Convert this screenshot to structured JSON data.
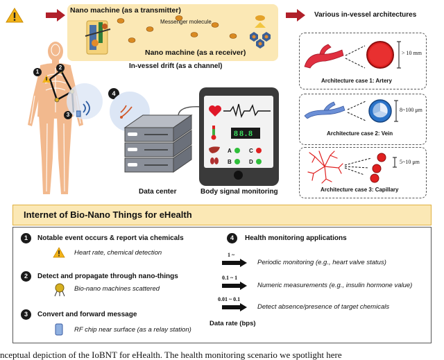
{
  "top": {
    "transmitter": "Nano machine (as a transmitter)",
    "messenger": "Messenger molecule",
    "receiver": "Nano machine (as a receiver)",
    "channel": "In-vessel drift (as a channel)",
    "architectures_title": "Various in-vessel architectures",
    "data_center": "Data center",
    "body_monitor": "Body signal monitoring",
    "monitor_readout": "88.8",
    "step_labels": [
      "1",
      "2",
      "3",
      "4"
    ]
  },
  "architectures": [
    {
      "caption": "Architecture case 1: Artery",
      "size": "> 10 mm"
    },
    {
      "caption": "Architecture case 2: Vein",
      "size": "8~100 μm"
    },
    {
      "caption": "Architecture case 3: Capillary",
      "size": "5~10 μm"
    }
  ],
  "panel": {
    "title": "Internet of Bio-Nano Things for eHealth",
    "steps": [
      {
        "num": "1",
        "title": "Notable event occurs & report via chemicals",
        "detail": "Heart rate, chemical detection"
      },
      {
        "num": "2",
        "title": "Detect and propagate through nano-things",
        "detail": "Bio-nano machines scattered"
      },
      {
        "num": "3",
        "title": "Convert and forward message",
        "detail": "RF chip near surface (as a relay station)"
      }
    ],
    "apps_num": "4",
    "apps_title": "Health monitoring applications",
    "apps": [
      {
        "rate": "1 ~",
        "label": "Periodic monitoring (e.g., heart valve status)"
      },
      {
        "rate": "0.1 ~ 1",
        "label": "Numeric measurements (e.g., insulin hormone value)"
      },
      {
        "rate": "0.01 ~ 0.1",
        "label": "Detect absence/presence of target chemicals"
      }
    ],
    "data_rate_label": "Data rate (bps)"
  },
  "caption_fragment": "nceptual depiction of the IoBNT for eHealth. The health monitoring scenario we spotlight here",
  "colors": {
    "panel_bg": "#fbe8b5",
    "panel_border": "#e0b040",
    "arrow_red": "#b0202a",
    "artery": "#e03040",
    "vein": "#6b8fd6",
    "capillary": "#e02020"
  }
}
